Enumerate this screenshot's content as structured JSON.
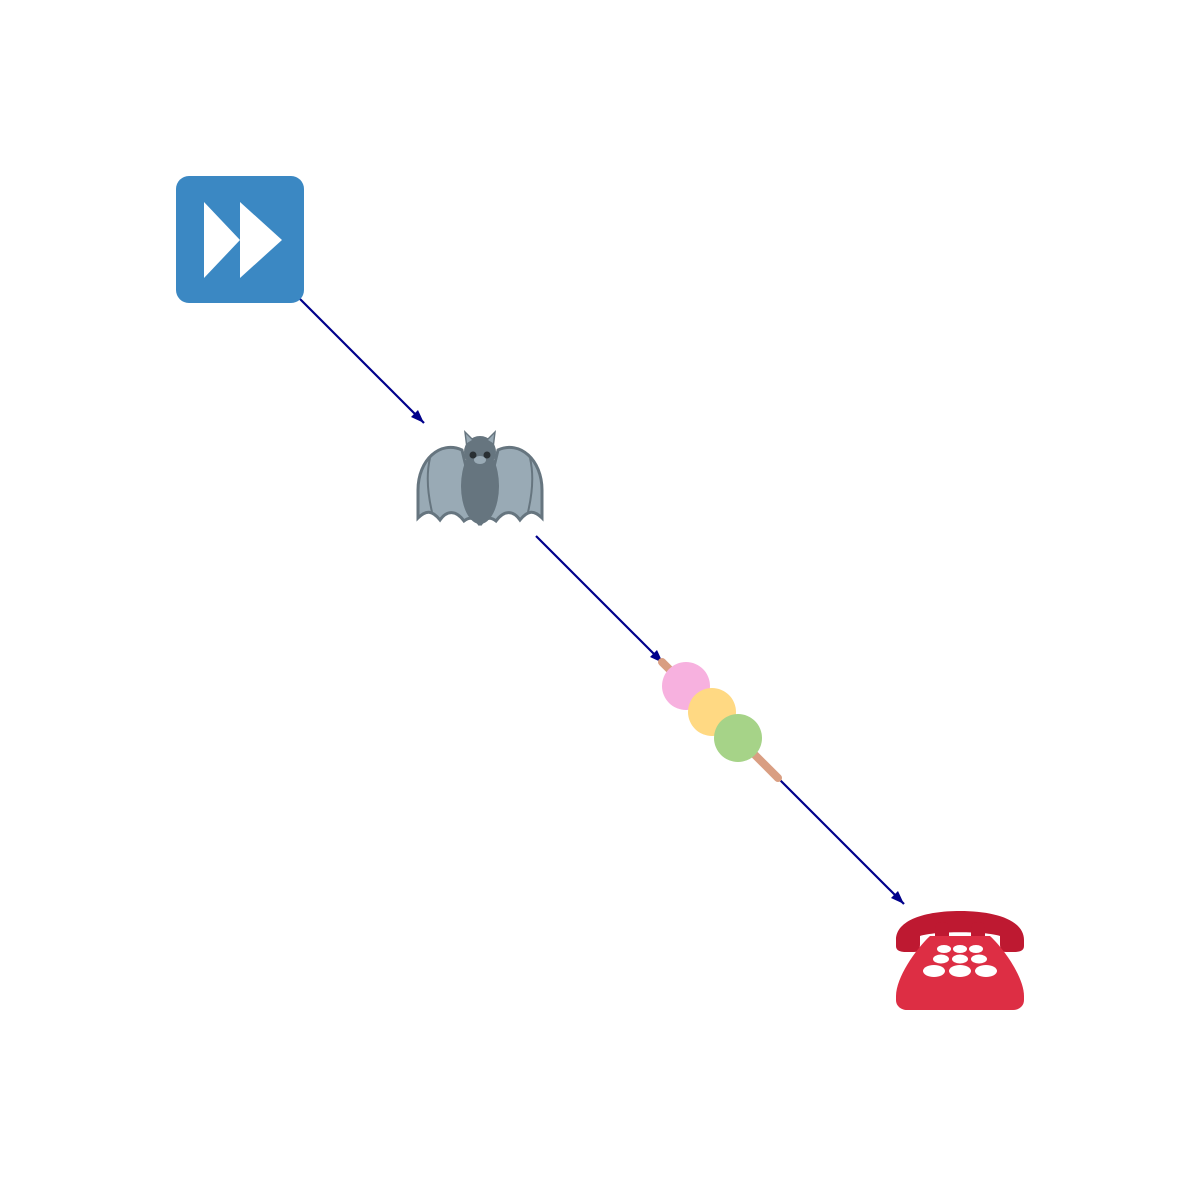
{
  "diagram": {
    "nodes": [
      {
        "id": "fast-forward",
        "icon": "fast-forward-button-icon",
        "color": "#3B88C3"
      },
      {
        "id": "bat",
        "icon": "bat-icon",
        "color": "#66757F"
      },
      {
        "id": "dango",
        "icon": "dango-icon",
        "color": "#A6D388"
      },
      {
        "id": "telephone",
        "icon": "telephone-icon",
        "color": "#DD2E44"
      }
    ],
    "edges": [
      {
        "from": "fast-forward",
        "to": "bat"
      },
      {
        "from": "bat",
        "to": "dango"
      },
      {
        "from": "dango",
        "to": "telephone"
      }
    ],
    "edge_color": "#00008B"
  }
}
